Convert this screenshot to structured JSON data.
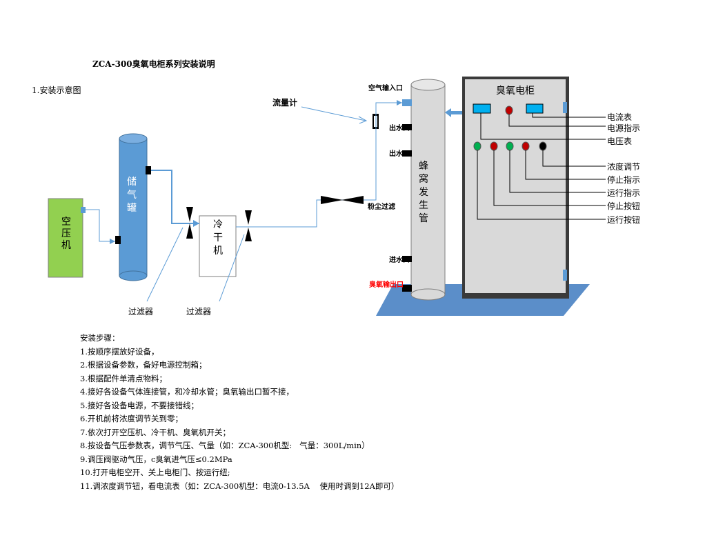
{
  "title": "ZCA-300臭氧电柜系列安装说明",
  "section": "1.安装示意图",
  "diagram": {
    "compressor": "空压机",
    "tank": "储气罐",
    "dryer": "冷干机",
    "filter_left": "过滤器",
    "filter_right": "过滤器",
    "flowmeter": "流量计",
    "air_inlet": "空气输入口",
    "water_out_1": "出水口",
    "water_out_2": "出水口",
    "dust_filter": "粉尘过滤",
    "water_in": "进水口",
    "ozone_out": "臭氧输出口",
    "tube": "蜂窝发生管",
    "cabinet": "臭氧电柜",
    "labels": {
      "ammeter": "电流表",
      "power_indicator": "电源指示",
      "voltmeter": "电压表",
      "concentration": "浓度调节",
      "stop_indicator": "停止指示",
      "run_indicator": "运行指示",
      "stop_button": "停止按钮",
      "run_button": "运行按钮"
    }
  },
  "steps": {
    "heading": "安装步骤：",
    "items": [
      "1.按顺序摆放好设备，",
      "2.根据设备参数，备好电源控制箱；",
      "3.根据配件单清点物料；",
      "4.接好各设备气体连接管，和冷却水管；臭氧输出口暂不接，",
      "5.接好各设备电源，不要接错线；",
      "6.开机前将浓度调节关到零；",
      "7.依次打开空压机、冷干机、臭氧机开关；",
      "8.按设备气压参数表，调节气压、气量（如：ZCA-300机型:   气量：300L/min）",
      "9.调压阀驱动气压，c臭氧进气压≤0.2MPa",
      "10.打开电柜空开、关上电柜门、按运行纽;",
      "11.调浓度调节钮，看电流表（如：ZCA-300机型：电流0-13.5A    使用时调到12A即可）"
    ]
  },
  "colors": {
    "compressor_fill": "#92d050",
    "tank_fill": "#5b9bd5",
    "cabinet_fill": "#d9d9d9",
    "base_fill": "#5b8ec9",
    "pipe": "#5b9bd5",
    "indicator_red": "#c00000",
    "button_green": "#00b050",
    "ozone_label": "#ff0000"
  }
}
